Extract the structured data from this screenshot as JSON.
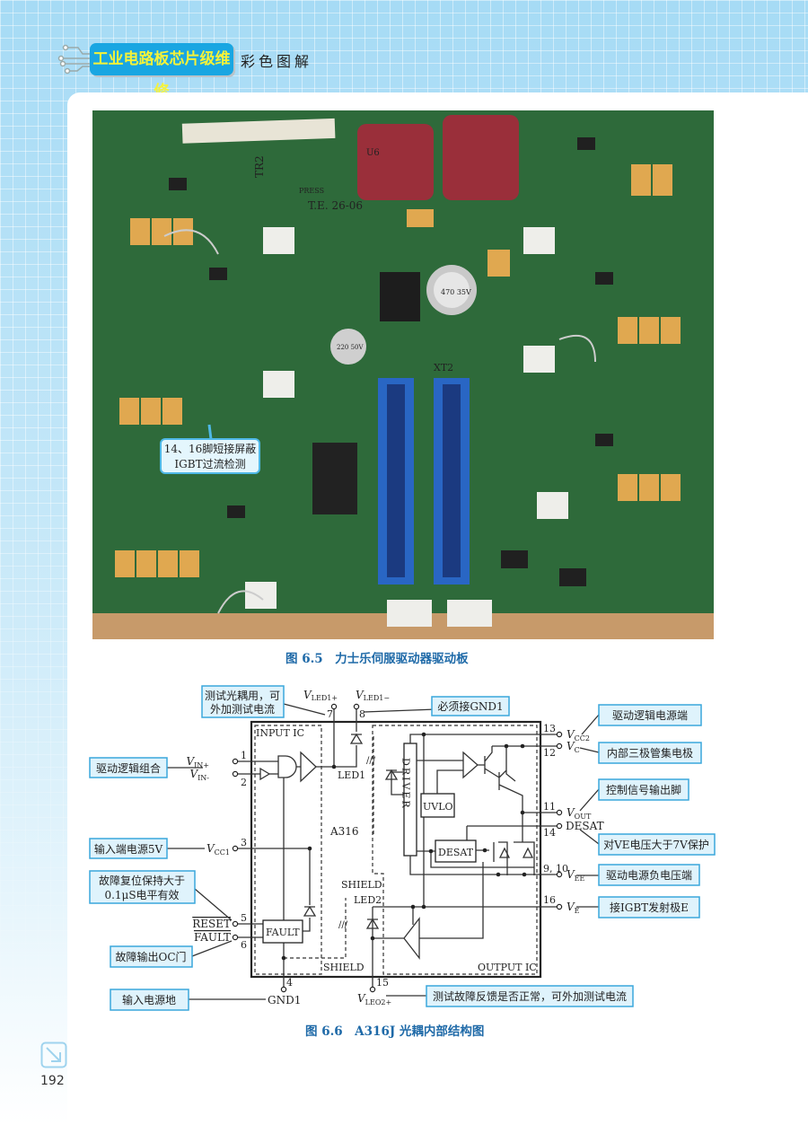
{
  "header": {
    "book_title": "工业电路板芯片级维修",
    "subtitle": "彩色图解"
  },
  "figure_6_5": {
    "caption": "图 6.5　力士乐伺服驱动器驱动板",
    "callout_line1": "14、16脚短接屏蔽",
    "callout_line2": "IGBT过流检测",
    "board_labels": {
      "tr2": "TR2",
      "press": "PRESS",
      "date": "T.E. 26-06",
      "xt2": "XT2",
      "u6": "U6",
      "cap1": "470 35V",
      "cap2": "220 50V"
    }
  },
  "figure_6_6": {
    "caption": "图 6.6　A316J 光耦内部结构图",
    "chip": {
      "input_ic": "INPUT IC",
      "output_ic": "OUTPUT IC",
      "name": "A316",
      "led1": "LED1",
      "led2": "LED2",
      "shield_top": "SHIELD",
      "shield_bottom": "SHIELD",
      "driver": "DRIVER",
      "uvlo": "UVLO",
      "desat_block": "DESAT",
      "fault_block": "FAULT"
    },
    "pins": {
      "p1": {
        "num": "1",
        "v": "V",
        "sub": "IN+"
      },
      "p2": {
        "num": "2",
        "v": "V",
        "sub": "IN-"
      },
      "p3": {
        "num": "3",
        "v": "V",
        "sub": "CC1"
      },
      "p5": {
        "num": "5",
        "name": "RESET"
      },
      "p6": {
        "num": "6",
        "name": "FAULT"
      },
      "p4": {
        "num": "4",
        "name": "GND1"
      },
      "p7": {
        "num": "7",
        "v": "V",
        "sub": "LED1+"
      },
      "p8": {
        "num": "8",
        "v": "V",
        "sub": "LED1−"
      },
      "p15": {
        "num": "15",
        "v": "V",
        "sub": "LEO2+"
      },
      "p13": {
        "num": "13",
        "v": "V",
        "sub": "CC2"
      },
      "p12": {
        "num": "12",
        "v": "V",
        "sub": "C"
      },
      "p11": {
        "num": "11",
        "v": "V",
        "sub": "OUT"
      },
      "p14": {
        "num": "14",
        "name": "DESAT"
      },
      "p910": {
        "num": "9, 10",
        "v": "V",
        "sub": "EE"
      },
      "p16": {
        "num": "16",
        "v": "V",
        "sub": "E"
      }
    },
    "callouts": {
      "test_led_1": "测试光耦用，可",
      "test_led_2": "外加测试电流",
      "gnd1": "必须接GND1",
      "logic": "驱动逻辑组合",
      "vcc1": "输入端电源5V",
      "reset_1": "故障复位保持大于",
      "reset_2": "0.1μS电平有效",
      "fault": "故障输出OC门",
      "gnd": "输入电源地",
      "led2": "测试故障反馈是否正常，可外加测试电流",
      "vcc2": "驱动逻辑电源端",
      "vc": "内部三极管集电极",
      "vout": "控制信号输出脚",
      "desat": "对VE电压大于7V保护",
      "vee": "驱动电源负电压端",
      "ve": "接IGBT发射极E"
    }
  },
  "footer": {
    "page_number": "192"
  }
}
